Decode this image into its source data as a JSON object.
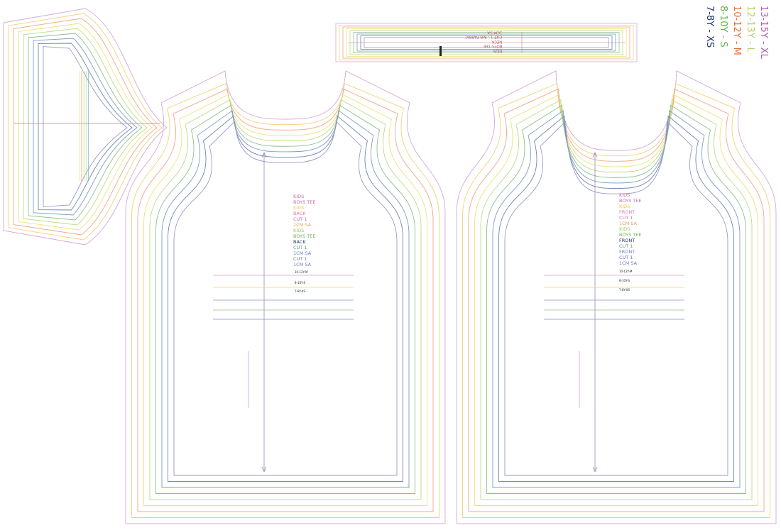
{
  "legend": [
    {
      "label": "13-15Y - XL",
      "color": "#b85aa8"
    },
    {
      "label": "12-13Y - L",
      "color": "#b5cf5a"
    },
    {
      "label": "10-12Y - M",
      "color": "#ef6a35"
    },
    {
      "label": "8-10Y - S",
      "color": "#5fb043"
    },
    {
      "label": "7-8Y - XS",
      "color": "#1f3470"
    }
  ],
  "outline_colors": [
    "#d7a8d6",
    "#f2d27a",
    "#f4a488",
    "#ece47a",
    "#bedc82",
    "#8cc28e",
    "#7f9cc6",
    "#6f82b2",
    "#9a9ac6"
  ],
  "back": {
    "labels": [
      {
        "text": "KIDS",
        "color": "#c070b0"
      },
      {
        "text": "BOYS TEE",
        "color": "#c070b0"
      },
      {
        "text": "KIDS",
        "color": "#f0c850"
      },
      {
        "text": "BACK",
        "color": "#e080a0"
      },
      {
        "text": "CUT 1",
        "color": "#d070b0"
      },
      {
        "text": "1CM SA",
        "color": "#e0a060"
      },
      {
        "text": "KIDS",
        "color": "#a0c850"
      },
      {
        "text": "BOYS TEE",
        "color": "#70b060"
      },
      {
        "text": "BACK",
        "color": "#303060"
      },
      {
        "text": "CUT 1",
        "color": "#60a080"
      },
      {
        "text": "1CM SA",
        "color": "#7080c0"
      },
      {
        "text": "CUT 1",
        "color": "#6a7ab0"
      },
      {
        "text": "1CM SA",
        "color": "#6a7ab0"
      }
    ],
    "size_marks": [
      "10-12Y-M",
      "8-10Y-S",
      "7-8Y-XS"
    ]
  },
  "front": {
    "labels": [
      {
        "text": "KIDS",
        "color": "#c070b0"
      },
      {
        "text": "BOYS TEE",
        "color": "#c070b0"
      },
      {
        "text": "KIDS",
        "color": "#f0c850"
      },
      {
        "text": "FRONT",
        "color": "#e080a0"
      },
      {
        "text": "CUT 1",
        "color": "#d070b0"
      },
      {
        "text": "1CM SA",
        "color": "#e0a060"
      },
      {
        "text": "KIDS",
        "color": "#a0c850"
      },
      {
        "text": "BOYS TEE",
        "color": "#70b060"
      },
      {
        "text": "FRONT",
        "color": "#303060"
      },
      {
        "text": "CUT 1",
        "color": "#60a080"
      },
      {
        "text": "FRONT",
        "color": "#7080c0"
      },
      {
        "text": "CUT 1",
        "color": "#6a7ab0"
      },
      {
        "text": "1CM SA",
        "color": "#6a7ab0"
      }
    ],
    "size_marks": [
      "10-12Y-M",
      "8-10Y-S",
      "7-8Y-XS"
    ]
  },
  "neckband": {
    "labels": [
      "KIDS",
      "BOYS TEE",
      "NECK",
      "CUT 1 - RIB FABRIC",
      "1CM SA"
    ]
  }
}
